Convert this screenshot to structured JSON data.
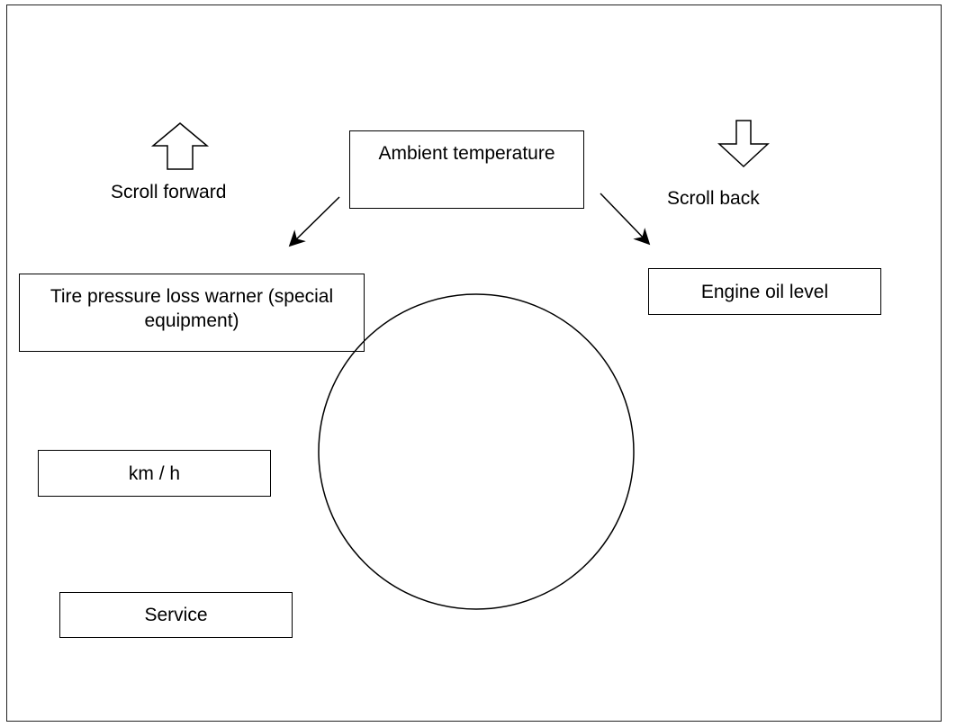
{
  "diagram": {
    "labels": {
      "scroll_forward": "Scroll forward",
      "scroll_back": "Scroll back"
    },
    "boxes": {
      "ambient_temperature": "Ambient temperature",
      "tire_pressure": "Tire pressure loss warner (special equipment)",
      "engine_oil": "Engine oil level",
      "speed_unit": "km / h",
      "service": "Service"
    },
    "icons": {
      "forward": "arrow-up-outline-icon",
      "back": "arrow-down-outline-icon"
    },
    "colors": {
      "line": "#000000",
      "background": "#ffffff"
    }
  }
}
